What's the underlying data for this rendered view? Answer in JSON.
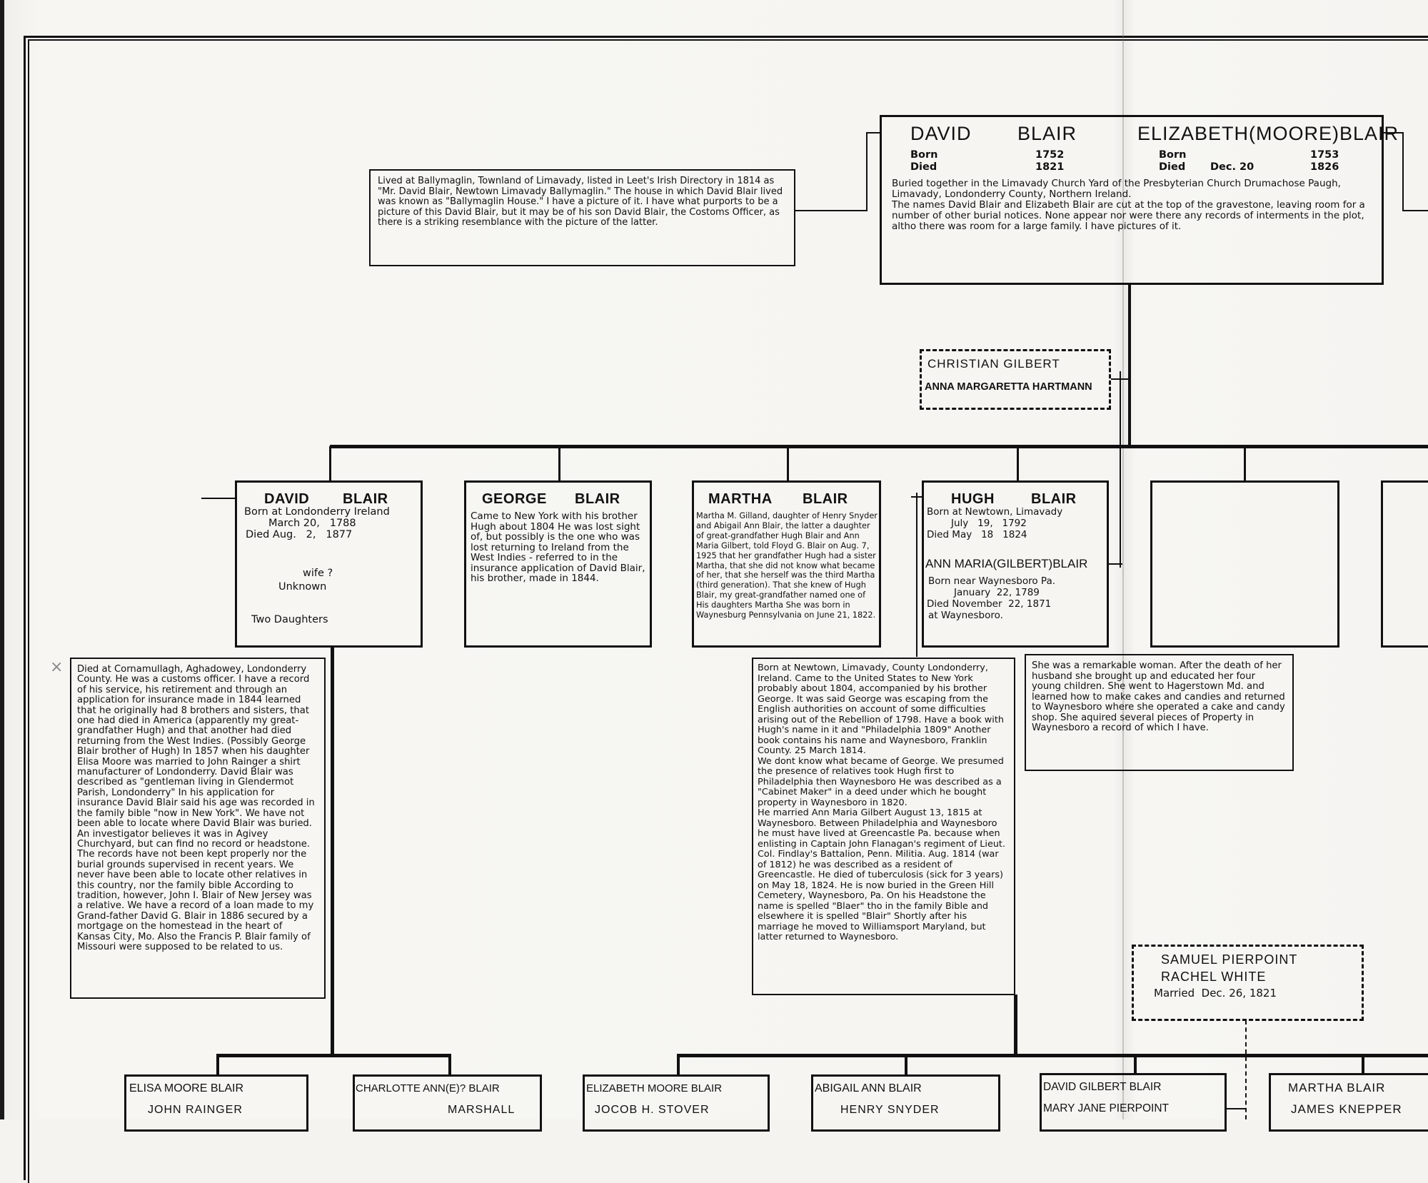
{
  "document": {
    "type": "Family tree chart (hand-lettered)",
    "founders": {
      "husband": {
        "name_first": "DAVID",
        "name_last": "BLAIR",
        "born_label": "Born",
        "born_year": "1752",
        "died_label": "Died",
        "died_year": "1821"
      },
      "wife": {
        "name": "ELIZABETH(MOORE)BLAIR",
        "born_label": "Born",
        "born_year": "1753",
        "died_label": "Died",
        "died_date": "Dec. 20",
        "died_year": "1826"
      },
      "burial_note": "Buried together in the Limavady Church Yard of the Presbyterian Church Drumachose Paugh, Limavady, Londonderry County, Northern Ireland.\n   The names David Blair and Elizabeth Blair are cut at the top of the gravestone, leaving room for a number of other burial notices. None appear nor were there any records of interments in the plot, altho there was room for a large family. I have pictures of it."
    },
    "ballymaglin_note": "    Lived at Ballymaglin, Townland of Limavady, listed in Leet's Irish Directory in 1814 as \"Mr. David Blair, Newtown Limavady Ballymaglin.\" The house in which David Blair lived was known as \"Ballymaglin House.\" I have a picture of it. I have what purports to be a picture of this David Blair, but it may be of his son David Blair, the Costoms Officer, as there is a striking resemblance with the picture of the latter.",
    "gilbert_parents": {
      "husband": "CHRISTIAN   GILBERT",
      "wife": "ANNA MARGARETTA HARTMANN"
    },
    "children": [
      {
        "name_first": "DAVID",
        "name_last": "BLAIR",
        "lines": [
          "Born at Londonderry Ireland",
          "March 20,   1788",
          "Died Aug.   2,   1877"
        ],
        "wife_label": "wife ?",
        "wife_value": "Unknown",
        "children_note": "Two Daughters"
      },
      {
        "name_first": "GEORGE",
        "name_last": "BLAIR",
        "text": "Came to New York with his brother Hugh about 1804 He was lost sight of, but possibly is the one who was lost returning to Ireland from the West Indies - referred to in the insurance application of David Blair, his brother, made in 1844."
      },
      {
        "name_first": "MARTHA",
        "name_last": "BLAIR",
        "text": "Martha M. Gilland, daughter of Henry Snyder and Abigail Ann Blair, the latter a daughter of great-grandfather Hugh Blair and Ann Maria Gilbert, told Floyd G. Blair on Aug. 7, 1925 that her grandfather Hugh had a sister Martha, that she did not know what became of her, that she herself was the third Martha (third generation). That she knew of Hugh Blair, my great-grandfather named one of His daughters Martha She was born in Waynesburg Pennsylvania on June 21, 1822."
      },
      {
        "name_first": "HUGH",
        "name_last": "BLAIR",
        "lines": [
          "Born at Newtown, Limavady",
          "July   19,   1792",
          "Died May   18   1824"
        ],
        "spouse_name": "ANN MARIA(GILBERT)BLAIR",
        "spouse_lines": [
          "Born near Waynesboro Pa.",
          "January  22, 1789",
          "Died November  22, 1871",
          "at Waynesboro."
        ]
      },
      {
        "name_first": "",
        "name_last": "",
        "text": ""
      },
      {
        "name_first": "",
        "name_last": "",
        "text": ""
      }
    ],
    "david_note": "Died at Cornamullagh, Aghadowey, Londonderry County. He was a customs officer. I have a record of his service, his retirement and through an application for insurance made in 1844 learned that he originally had 8 brothers and sisters, that one had died in America (apparently my great-grandfather Hugh) and that another had died returning from the West Indies. (Possibly George Blair brother of Hugh) In 1857 when his daughter Elisa Moore was married to John Rainger a shirt manufacturer of Londonderry. David Blair was described as \"gentleman living in Glendermot Parish, Londonderry\" In his application for insurance David Blair said his age was recorded in the family bible \"now in New York\". We have not been able to locate where David Blair was buried. An investigator believes it was in Agivey Churchyard, but can find no record or headstone. The records have not been kept properly nor the burial grounds supervised in recent years. We never have been able to locate other relatives in this country, nor the family bible According to tradition, however, John I. Blair of New Jersey was a relative. We have a record of a loan made to my Grand-father David G. Blair in 1886 secured by a mortgage on the homestead in the heart of Kansas City, Mo. Also the Francis P. Blair family of Missouri were supposed to be related to us.",
    "hugh_note": "Born at Newtown, Limavady, County Londonderry, Ireland. Came to the United States to New York probably about 1804, accompanied by his brother George. It was said George was escaping from the English authorities on account of some difficulties arising out of the Rebellion of 1798. Have a book with Hugh's name in it and \"Philadelphia 1809\" Another book contains his name and Waynesboro, Franklin County. 25 March 1814.\nWe dont know what became of George. We presumed the presence of relatives took Hugh first to Philadelphia then Waynesboro He was described as a \"Cabinet Maker\" in a deed under which he bought property in Waynesboro in 1820.\nHe married Ann Maria Gilbert August 13, 1815 at Waynesboro. Between Philadelphia and Waynesboro he must have lived at Greencastle Pa. because when enlisting in Captain John Flanagan's regiment of Lieut. Col. Findlay's Battalion, Penn. Militia. Aug. 1814 (war of 1812) he was described as a resident of Greencastle. He died of tuberculosis (sick for 3 years) on May 18, 1824. He is now buried in the Green Hill Cemetery, Waynesboro, Pa. On his Headstone the name is spelled \"Blaer\" tho in the family Bible and elsewhere it is spelled \"Blair\" Shortly after his marriage he moved to Williamsport Maryland, but latter returned to Waynesboro.",
    "ann_note": "She was a remarkable woman. After the death of her husband she brought up and educated her four young children. She went to Hagerstown Md. and learned how to make cakes and candies and returned to Waynesboro where she operated a cake and candy shop. She aquired several pieces of Property in Waynesboro a record of which I have.",
    "pierpoint_parents": {
      "husband": "SAMUEL   PIERPOINT",
      "wife": "RACHEL   WHITE",
      "married": "Married  Dec. 26, 1821"
    },
    "grandchildren": [
      {
        "name": "ELISA MOORE BLAIR",
        "spouse": "JOHN  RAINGER"
      },
      {
        "name": "CHARLOTTE ANN(E)? BLAIR",
        "spouse": "MARSHALL"
      },
      {
        "name": "ELIZABETH MOORE BLAIR",
        "spouse": "JOCOB  H. STOVER"
      },
      {
        "name": "ABIGAIL ANN  BLAIR",
        "spouse": "HENRY  SNYDER"
      },
      {
        "name": "DAVID GILBERT  BLAIR",
        "spouse": "MARY JANE PIERPOINT"
      },
      {
        "name": "MARTHA  BLAIR",
        "spouse": "JAMES  KNEPPER"
      }
    ]
  }
}
